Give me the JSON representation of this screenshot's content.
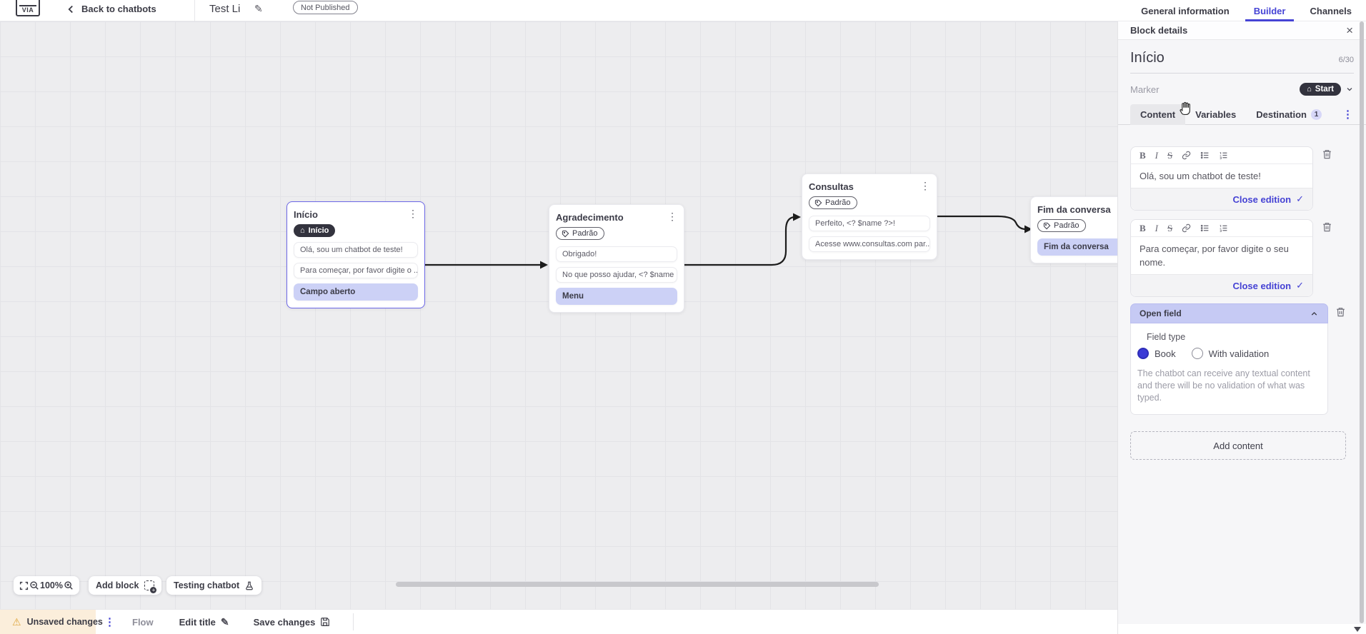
{
  "topbar": {
    "logo_text": "VIA",
    "back_label": "Back to chatbots",
    "chatbot_title": "Test Li",
    "status_badge": "Not Published",
    "nav_tabs": [
      {
        "label": "General information",
        "active": false
      },
      {
        "label": "Builder",
        "active": true
      },
      {
        "label": "Channels",
        "active": false
      }
    ]
  },
  "canvas": {
    "blocks": [
      {
        "name": "Início",
        "marker_label": "Início",
        "rows": [
          "Olá, sou um chatbot de teste!",
          "Para começar, por favor digite o ...",
          "Campo aberto"
        ]
      },
      {
        "name": "Agradecimento",
        "tag": "Padrão",
        "rows": [
          "Obrigado!",
          "No que posso ajudar, <? $name ...",
          "Menu"
        ]
      },
      {
        "name": "Consultas",
        "tag": "Padrão",
        "rows": [
          "Perfeito, <? $name ?>!",
          "Acesse www.consultas.com par..."
        ]
      },
      {
        "name": "Fim da conversa",
        "tag": "Padrão",
        "rows": [
          "Fim da conversa"
        ]
      }
    ],
    "controls": {
      "zoom_level": "100%",
      "add_block_label": "Add block",
      "testing_label": "Testing chatbot"
    }
  },
  "panel": {
    "header_title": "Block details",
    "block_name": "Início",
    "char_counter": "6/30",
    "marker_label": "Marker",
    "marker_value": "Start",
    "tabs": [
      {
        "label": "Content",
        "active": true
      },
      {
        "label": "Variables",
        "active": false
      },
      {
        "label": "Destination",
        "active": false,
        "badge": "1"
      }
    ],
    "editors": [
      {
        "text": "Olá, sou um chatbot de teste!",
        "close_label": "Close edition"
      },
      {
        "text": "Para começar, por favor digite o seu nome.",
        "close_label": "Close edition"
      }
    ],
    "open_field": {
      "title": "Open field",
      "field_type_label": "Field type",
      "options": [
        {
          "label": "Book",
          "selected": true
        },
        {
          "label": "With validation",
          "selected": false
        }
      ],
      "description": "The chatbot can receive any textual content and there will be no validation of what was typed."
    },
    "add_content_label": "Add content"
  },
  "bottombar": {
    "unsaved_label": "Unsaved changes",
    "flow_label": "Flow",
    "edit_title_label": "Edit title",
    "save_label": "Save changes"
  },
  "colors": {
    "accent": "#4543d5",
    "marker_pill": "#33333e",
    "action_row_bg": "#ccd1f6",
    "open_field_header": "#c6caf4",
    "unsaved_bg": "#fbeedb",
    "warning_icon": "#dfa73f",
    "selected_block_border": "#6c67e6"
  }
}
